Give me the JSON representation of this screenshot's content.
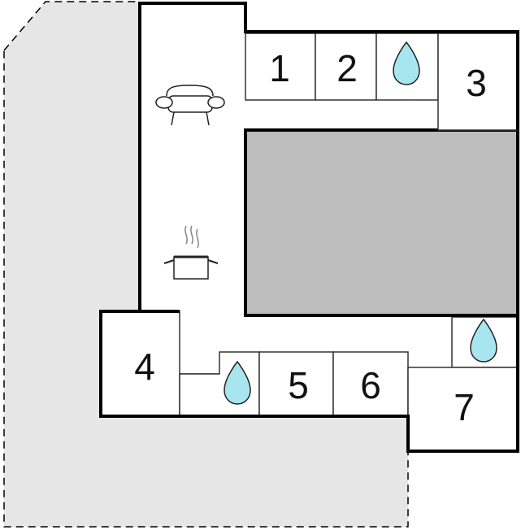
{
  "colors": {
    "outdoor": "#e6e6e6",
    "courtyard": "#bdbdbd",
    "floor": "#ffffff",
    "wall": "#000000",
    "thin_wall": "#333333",
    "water": "#a8e6ef",
    "icon_stroke": "#222222",
    "steam": "#888888"
  },
  "rooms": [
    {
      "id": "room-1",
      "label": "1"
    },
    {
      "id": "room-2",
      "label": "2"
    },
    {
      "id": "room-3",
      "label": "3"
    },
    {
      "id": "room-4",
      "label": "4"
    },
    {
      "id": "room-5",
      "label": "5"
    },
    {
      "id": "room-6",
      "label": "6"
    },
    {
      "id": "room-7",
      "label": "7"
    }
  ],
  "icons": {
    "living": "sofa-icon",
    "kitchen": "cooking-pot-icon",
    "bathroom": "water-drop-icon"
  }
}
